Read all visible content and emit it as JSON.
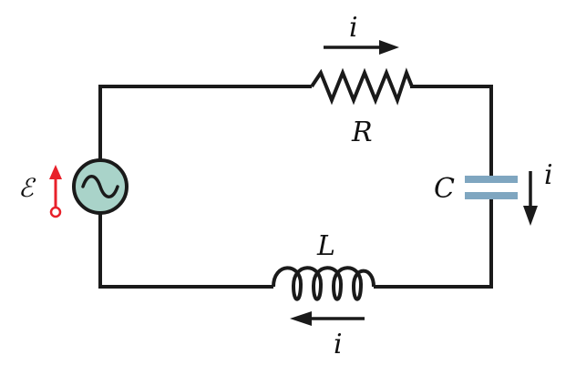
{
  "labels": {
    "emf": "ℰ",
    "resistor": "R",
    "capacitor": "C",
    "inductor": "L",
    "current_top": "i",
    "current_right": "i",
    "current_bottom": "i"
  },
  "colors": {
    "wire": "#1a1a1a",
    "source_fill": "#a9d3c9",
    "capacitor_plate": "#7fa6c0",
    "emf_arrow": "#e8202a",
    "text": "#111111"
  },
  "icons": {
    "source": "ac-sine-icon",
    "emf_indicator": "red-arrow-up-icon",
    "current_arrow": "arrow-icon"
  }
}
